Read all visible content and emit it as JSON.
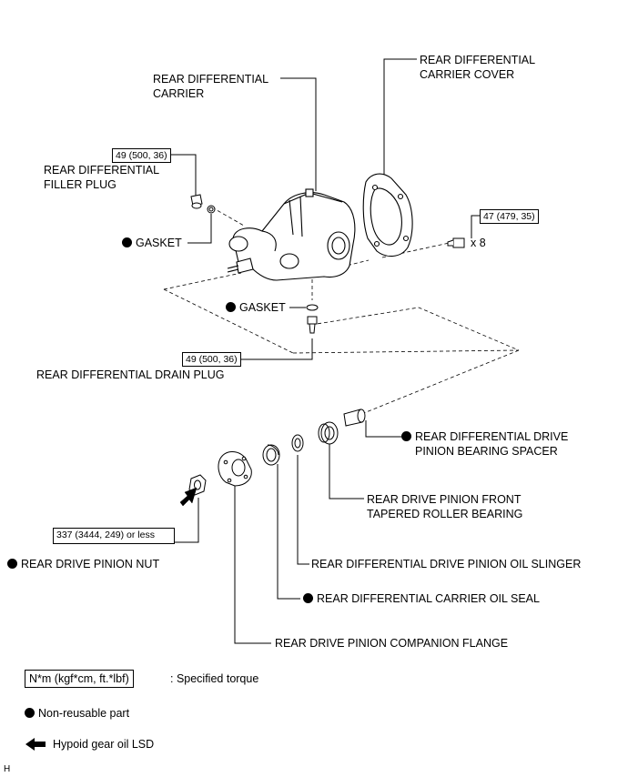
{
  "labels": {
    "carrier": [
      "REAR DIFFERENTIAL",
      "CARRIER"
    ],
    "carrier_cover": [
      "REAR DIFFERENTIAL",
      "CARRIER COVER"
    ],
    "filler_plug": [
      "REAR DIFFERENTIAL",
      "FILLER PLUG"
    ],
    "gasket_upper": "GASKET",
    "gasket_lower": "GASKET",
    "drain_plug": "REAR DIFFERENTIAL DRAIN PLUG",
    "bearing_spacer": [
      "REAR DIFFERENTIAL DRIVE",
      "PINION BEARING SPACER"
    ],
    "front_bearing": [
      "REAR DRIVE PINION FRONT",
      "TAPERED ROLLER BEARING"
    ],
    "pinion_nut": "REAR DRIVE PINION NUT",
    "oil_slinger": "REAR DIFFERENTIAL DRIVE PINION OIL SLINGER",
    "oil_seal": "REAR DIFFERENTIAL CARRIER OIL SEAL",
    "companion_flange": "REAR DRIVE PINION COMPANION FLANGE",
    "cover_bolt_qty": "x 8"
  },
  "torques": {
    "filler_plug": "49 (500, 36)",
    "cover_bolt": "47 (479, 35)",
    "drain_plug": "49 (500, 36)",
    "pinion_nut": "337 (3444, 249) or less"
  },
  "legend": {
    "torque_unit": "N*m (kgf*cm, ft.*lbf)",
    "torque_desc": ": Specified torque",
    "non_reusable": "Non-reusable part",
    "hypoid_oil": "Hypoid gear oil LSD"
  },
  "footer_code": "H"
}
